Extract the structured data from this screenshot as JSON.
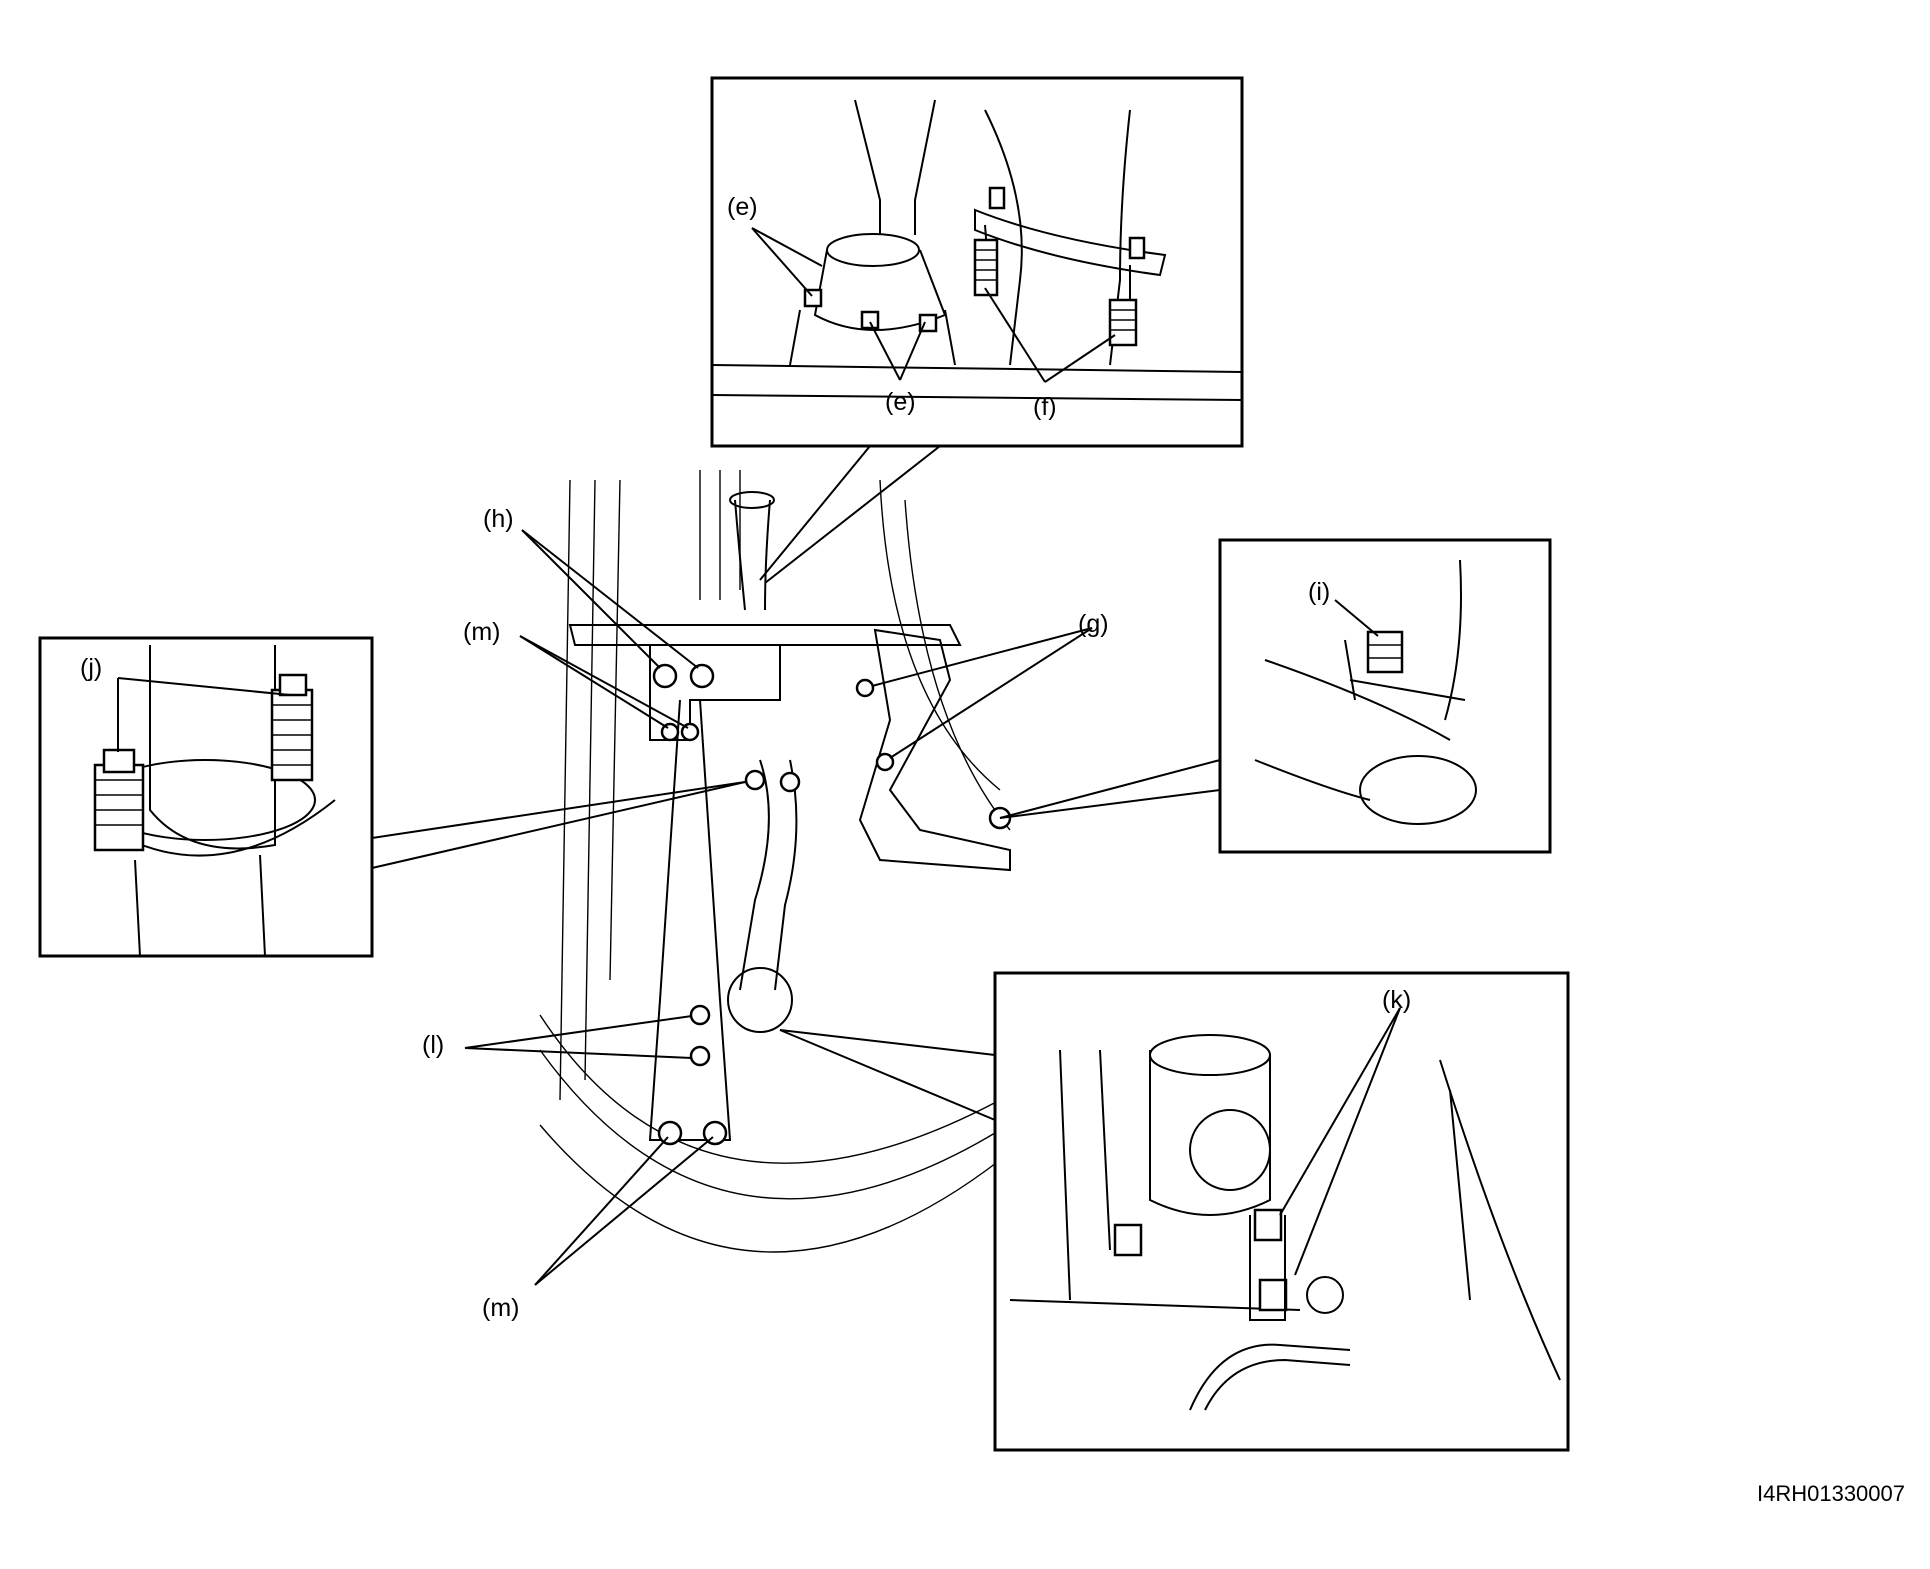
{
  "callouts": {
    "e_upper": "(e)",
    "e_lower": "(e)",
    "f": "(f)",
    "h": "(h)",
    "m_upper": "(m)",
    "g": "(g)",
    "i": "(i)",
    "j": "(j)",
    "l": "(l)",
    "m_lower": "(m)",
    "k": "(k)"
  },
  "figure_code": "I4RH01330007"
}
